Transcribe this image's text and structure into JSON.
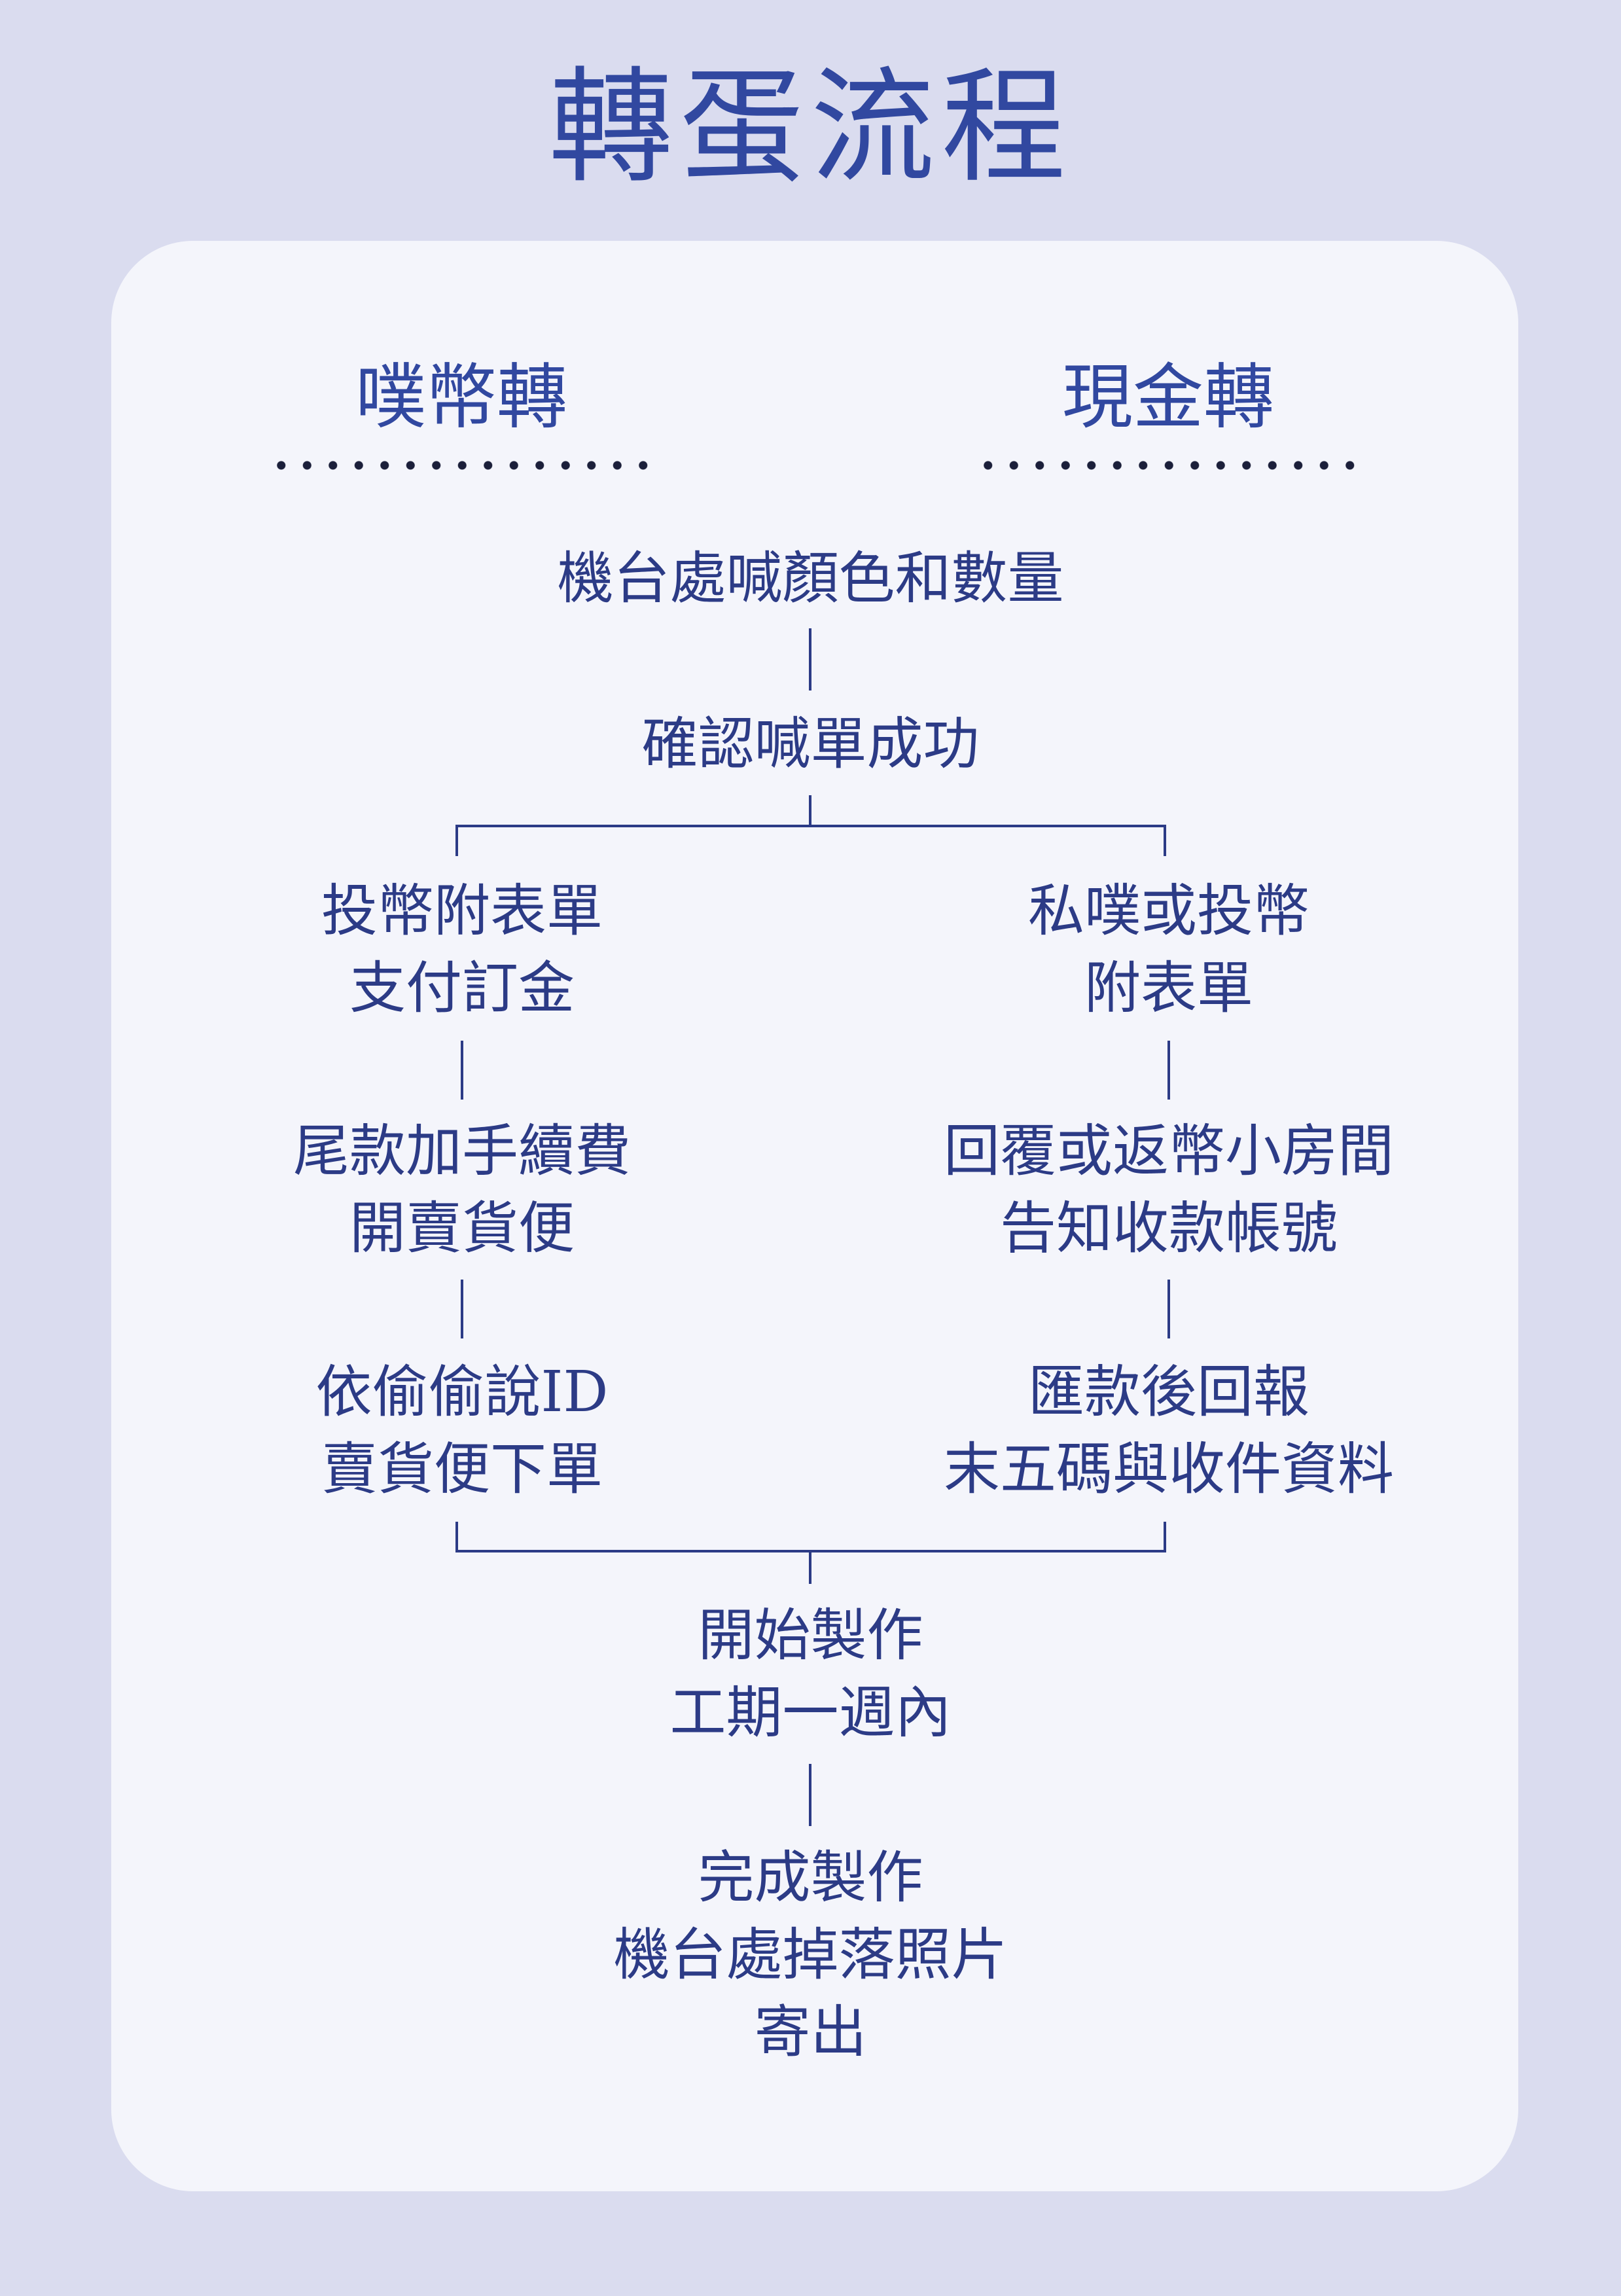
{
  "title": "轉蛋流程",
  "columns": {
    "left_heading": "噗幣轉",
    "right_heading": "現金轉"
  },
  "flow": {
    "step1": "機台處喊顏色和數量",
    "step2": "確認喊單成功",
    "left": [
      [
        "投幣附表單",
        "支付訂金"
      ],
      [
        "尾款加手續費",
        "開賣貨便"
      ],
      [
        "依偷偷說ID",
        "賣貨便下單"
      ]
    ],
    "right": [
      [
        "私噗或投幣",
        "附表單"
      ],
      [
        "回覆或返幣小房間",
        "告知收款帳號"
      ],
      [
        "匯款後回報",
        "末五碼與收件資料"
      ]
    ],
    "step_make": [
      "開始製作",
      "工期一週內"
    ],
    "step_done": [
      "完成製作",
      "機台處掉落照片",
      "寄出"
    ]
  },
  "colors": {
    "background": "#dadcef",
    "card": "#f4f5fb",
    "title": "#3148a0",
    "text": "#2c3b86",
    "line": "#2c3b86"
  }
}
